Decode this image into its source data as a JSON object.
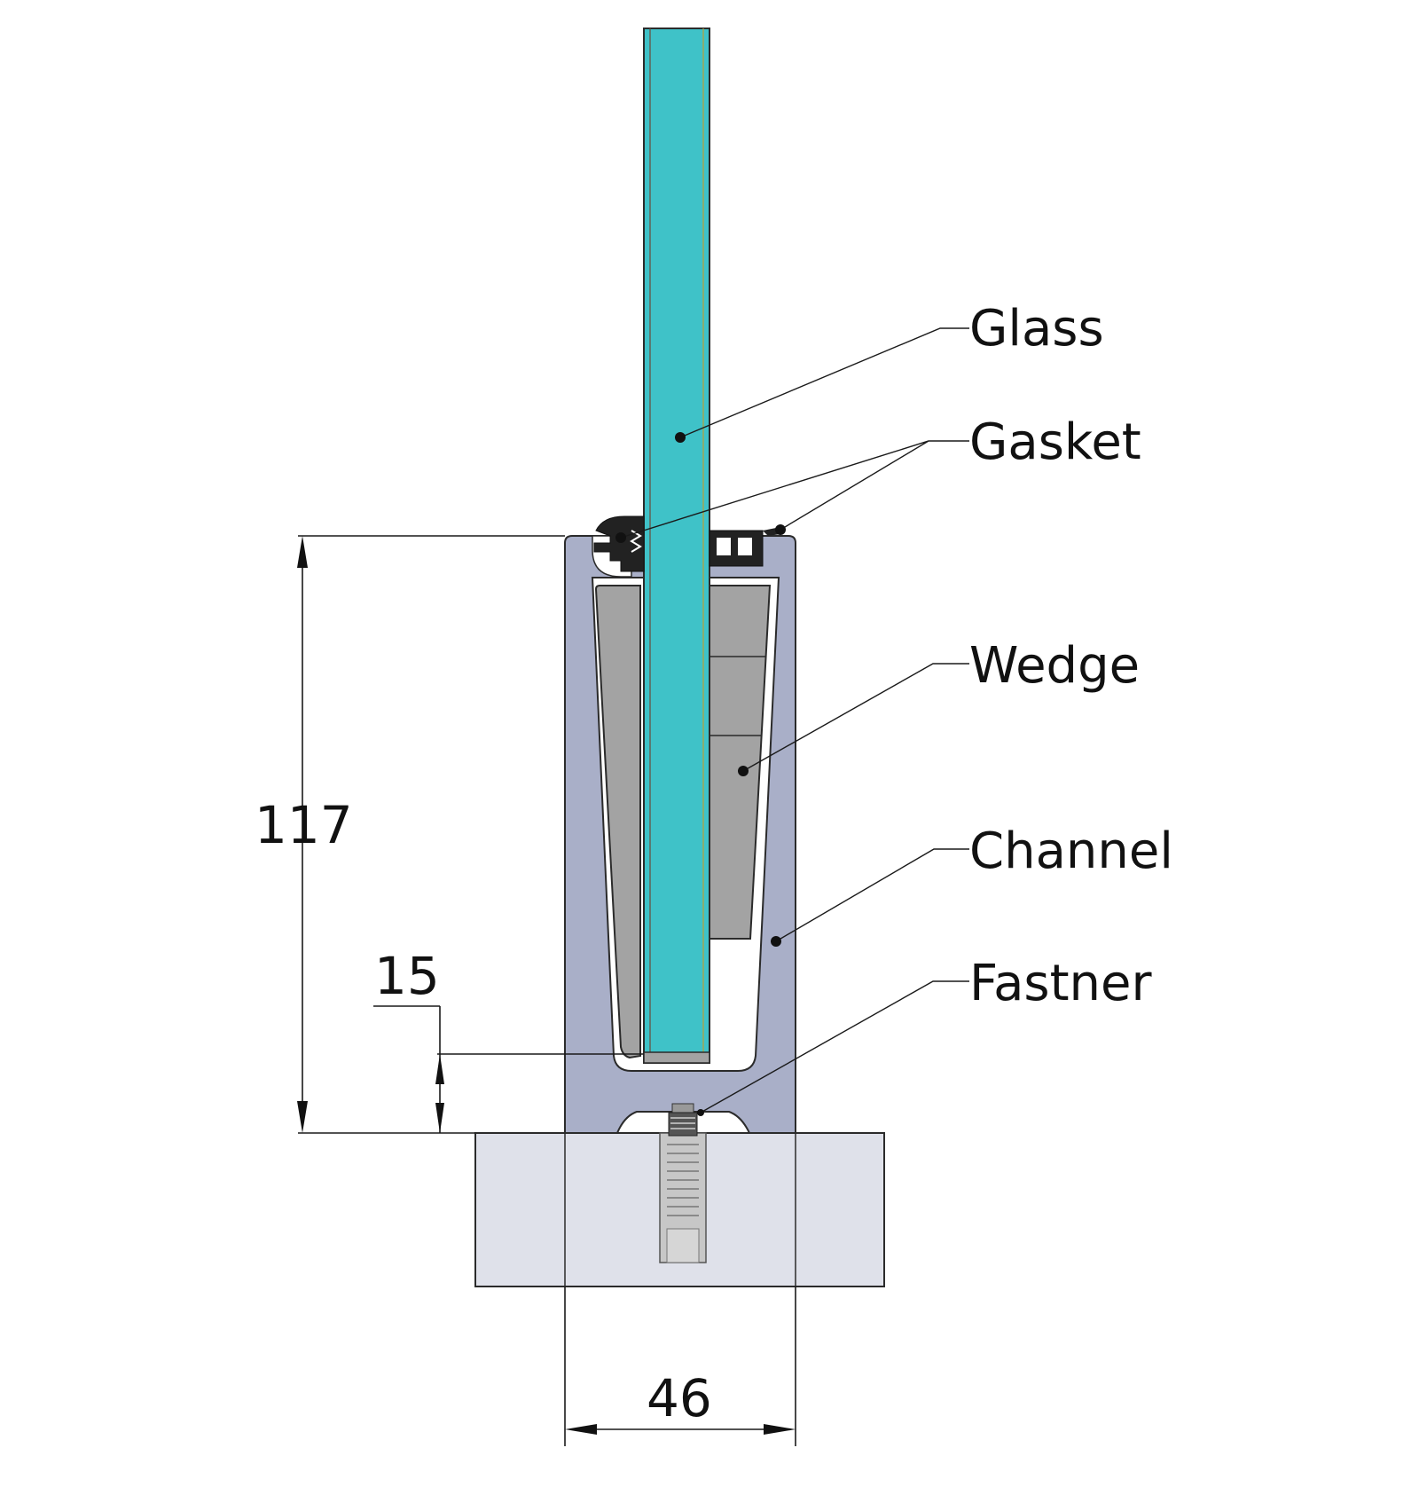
{
  "callouts": {
    "glass": "Glass",
    "gasket": "Gasket",
    "wedge": "Wedge",
    "channel": "Channel",
    "fastener": "Fastner"
  },
  "dimensions": {
    "height": "117",
    "base_depth": "15",
    "width": "46"
  },
  "colors": {
    "glass": "#3fc2c8",
    "channel": "#a9afc8",
    "wedge": "#a3a3a3",
    "gasket": "#222222",
    "substrate": "#dfe1ea",
    "fastener": "#bdbdbd"
  }
}
